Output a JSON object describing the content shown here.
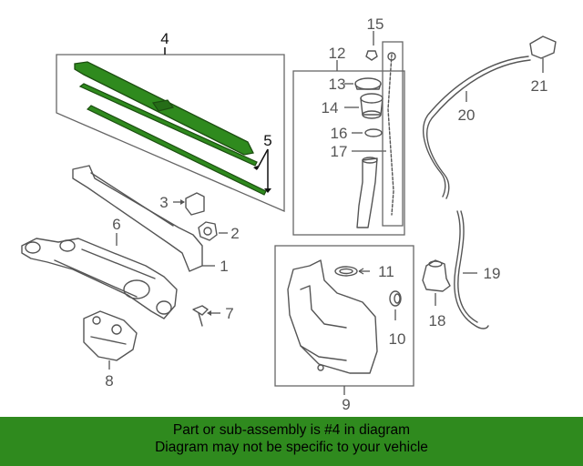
{
  "highlight_color": "#2f8a1e",
  "highlighted_part": "4",
  "callouts": {
    "c1": "1",
    "c2": "2",
    "c3": "3",
    "c4": "4",
    "c5": "5",
    "c6": "6",
    "c7": "7",
    "c8": "8",
    "c9": "9",
    "c10": "10",
    "c11": "11",
    "c12": "12",
    "c13": "13",
    "c14": "14",
    "c15": "15",
    "c16": "16",
    "c17": "17",
    "c18": "18",
    "c19": "19",
    "c20": "20",
    "c21": "21"
  },
  "footer": {
    "line1": "Part or sub-assembly is #4 in diagram",
    "line2": "Diagram may not be specific to your vehicle"
  }
}
